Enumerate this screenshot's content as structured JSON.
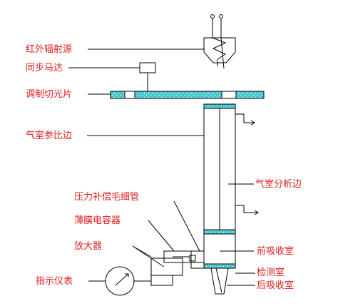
{
  "labels": {
    "infrared_source": "红外辐射源",
    "sync_motor": "同步马达",
    "chopper": "调制切光片",
    "reference_cell": "气室参比边",
    "analysis_cell": "气室分析边",
    "pressure_capillary": "压力补偿毛细管",
    "film_capacitor": "薄膜电容器",
    "amplifier": "放大器",
    "front_chamber": "前吸收室",
    "detector_chamber": "检测室",
    "indicator": "指示仪表",
    "rear_chamber": "后吸收室"
  },
  "colors": {
    "label_red": "#e02020",
    "line": "#000000",
    "cyan_fill": "#49c7cf"
  }
}
